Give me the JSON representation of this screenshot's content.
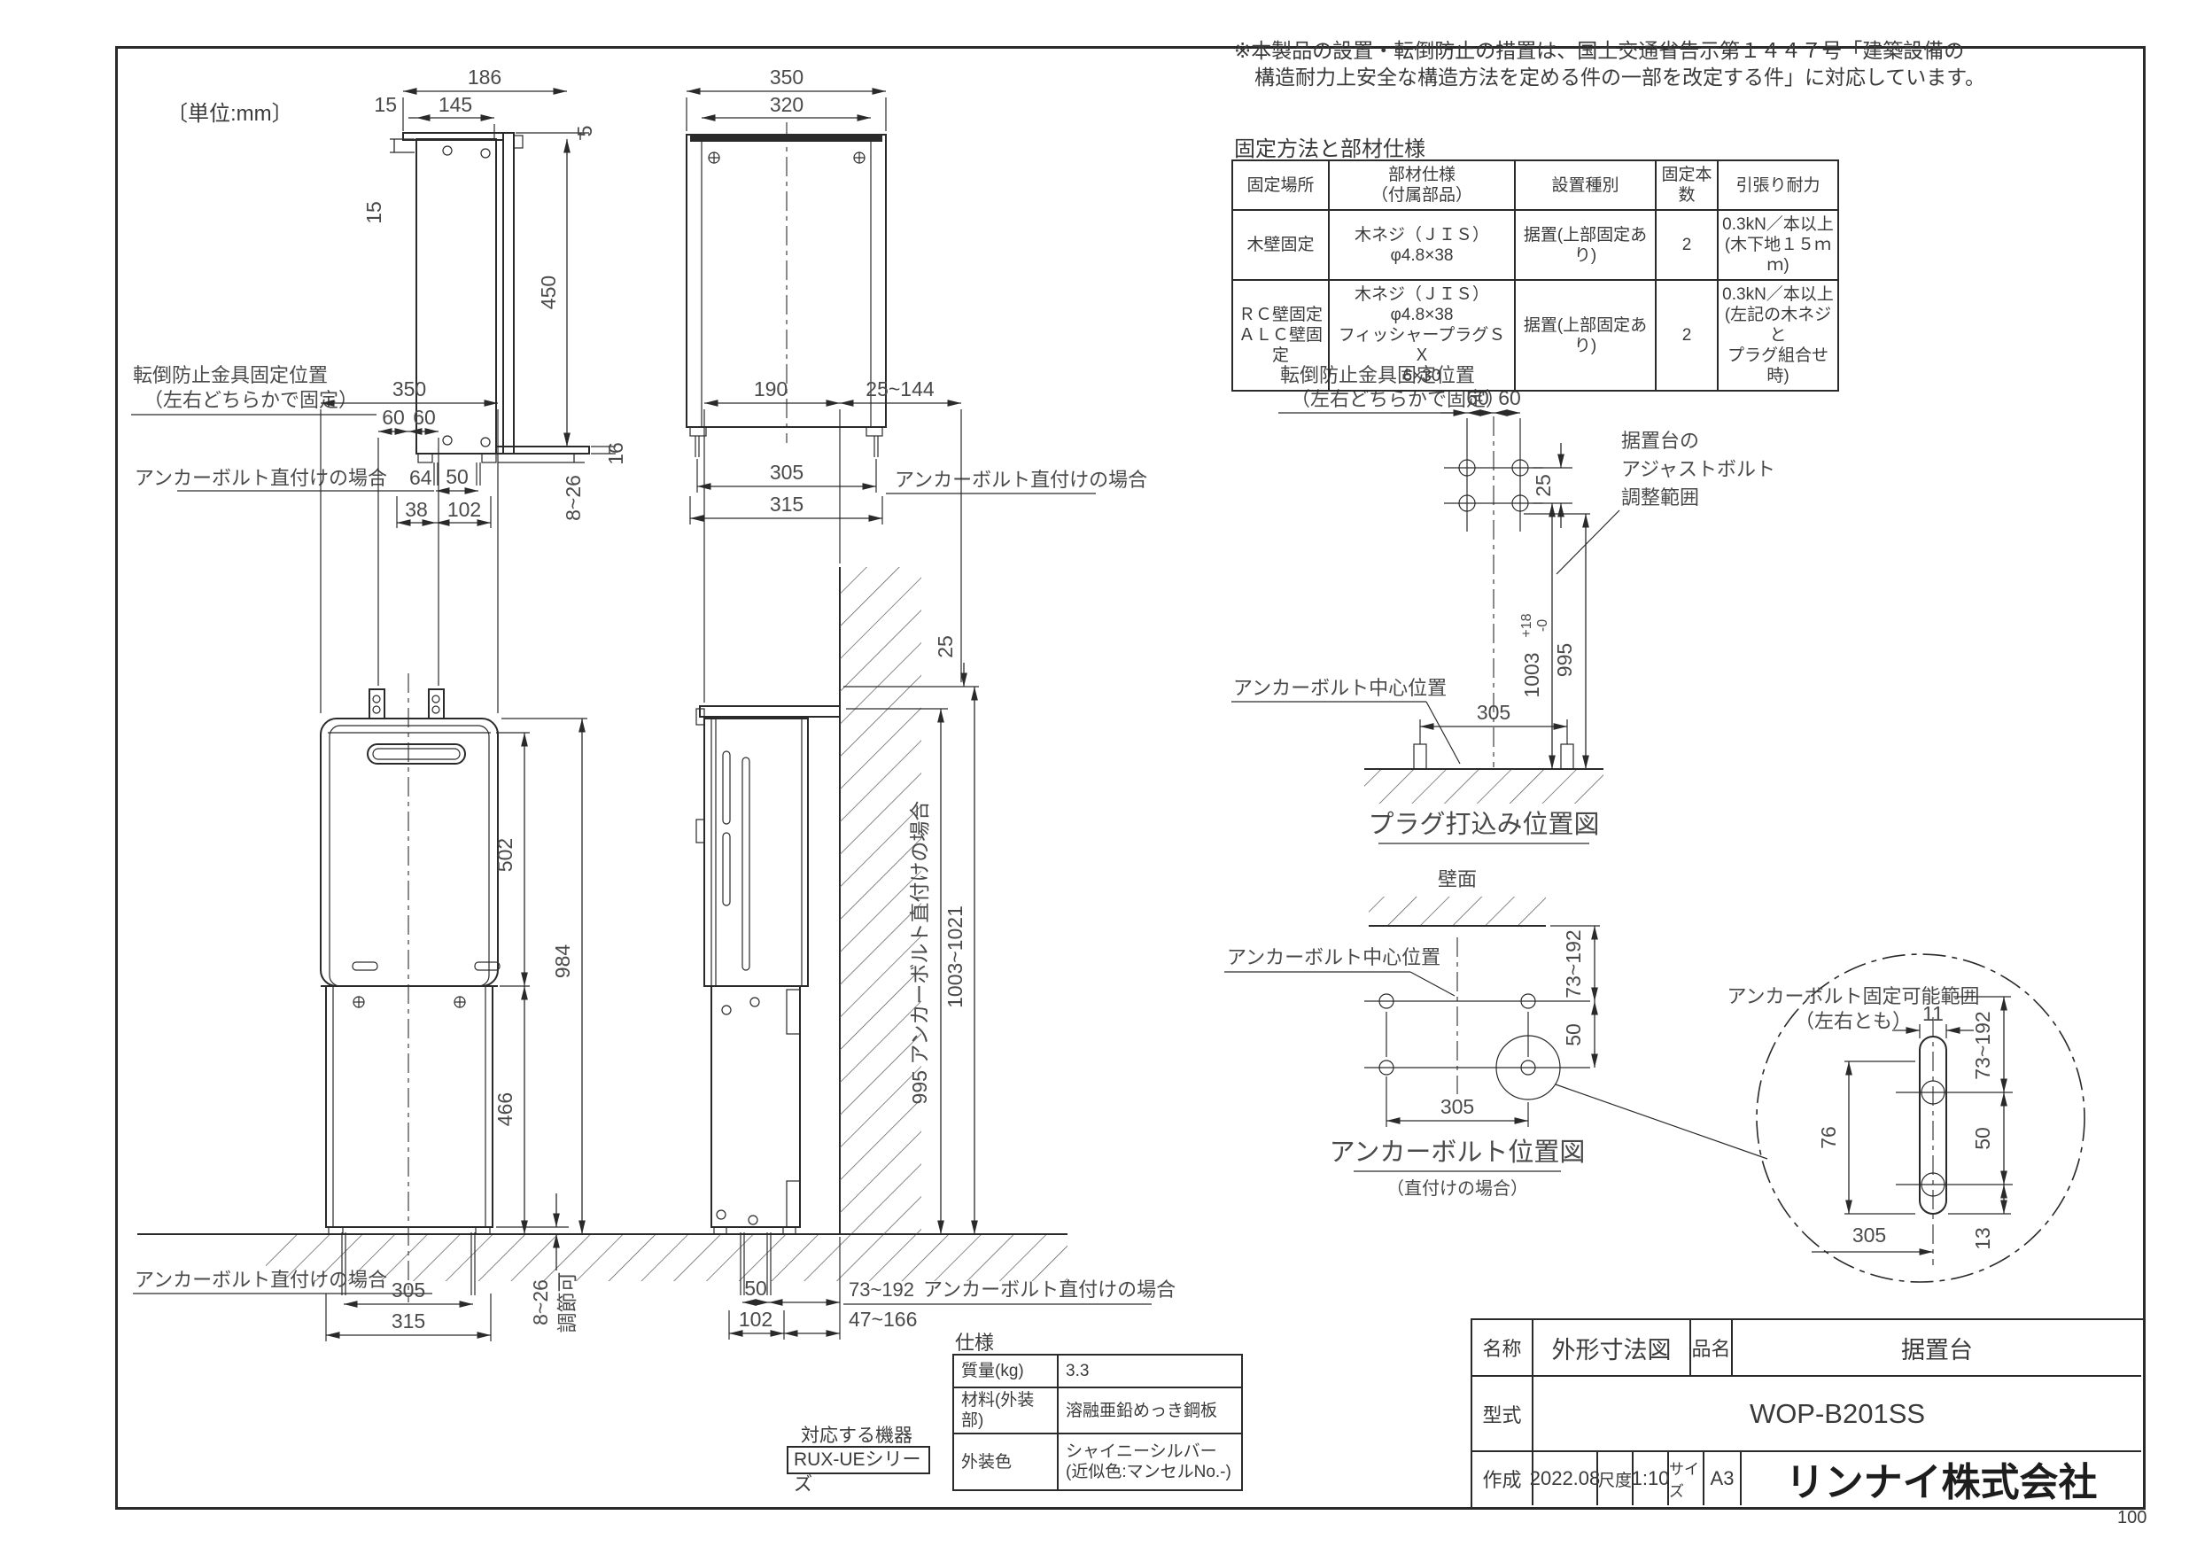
{
  "page": {
    "unit": "〔単位:mm〕",
    "note1": "※本製品の設置・転倒防止の措置は、国土交通省告示第１４４７号「建築設備の",
    "note2": "構造耐力上安全な構造方法を定める件の一部を改定する件」に対応しています。",
    "corner": "100"
  },
  "fixing_table": {
    "title": "固定方法と部材仕様",
    "headers": [
      "固定場所",
      "部材仕様\n（付属部品）",
      "設置種別",
      "固定本数",
      "引張り耐力"
    ],
    "rows": [
      [
        "木壁固定",
        "木ネジ（ＪＩＳ）\nφ4.8×38",
        "据置(上部固定あり)",
        "2",
        "0.3kN／本以上\n(木下地１５ｍｍ)"
      ],
      [
        "ＲＣ壁固定\nＡＬＣ壁固定",
        "木ネジ（ＪＩＳ）\nφ4.8×38\nフィッシャープラグＳＸ\n6×30",
        "据置(上部固定あり)",
        "2",
        "0.3kN／本以上\n(左記の木ネジと\nプラグ組合せ時)"
      ]
    ]
  },
  "spec_table": {
    "title": "仕様",
    "rows": [
      [
        "質量(kg)",
        "3.3"
      ],
      [
        "材料(外装部)",
        "溶融亜鉛めっき鋼板"
      ],
      [
        "外装色",
        "シャイニーシルバー\n(近似色:マンセルNo.-)"
      ]
    ]
  },
  "compatible": {
    "label": "対応する機器",
    "value": "RUX-UEシリーズ"
  },
  "title_block": {
    "name_label": "名称",
    "name_value": "外形寸法図",
    "item_label": "品名",
    "item_value": "据置台",
    "model_label": "型式",
    "model_value": "WOP-B201SS",
    "made_label": "作成",
    "made_value": "2022.08",
    "scale_label": "尺度",
    "scale_value": "1:10",
    "size_label": "サイズ",
    "size_value": "A3",
    "company": "リンナイ株式会社"
  },
  "dims": {
    "d5": "5",
    "d11": "11",
    "d13": "13",
    "d15": "15",
    "d16": "16",
    "d25": "25",
    "d38": "38",
    "d50": "50",
    "d60": "60",
    "d64": "64",
    "d76": "76",
    "d102": "102",
    "d145": "145",
    "d186": "186",
    "d190": "190",
    "d305": "305",
    "d315": "315",
    "d320": "320",
    "d350": "350",
    "d450": "450",
    "d466": "466",
    "d502": "502",
    "d984": "984",
    "d995": "995",
    "d8_26": "8~26",
    "d25_144": "25~144",
    "d47_166": "47~166",
    "d73_192": "73~192",
    "d1003": "1003",
    "tol_plus": "+18",
    "tol_minus": "-0",
    "d1003_1021": "1003~1021",
    "d995_long": "995 アンカーボルト直付けの場合"
  },
  "labels": {
    "anchor_direct": "アンカーボルト直付けの場合",
    "tento1": "転倒防止金具固定位置",
    "tento2": "（左右どちらかで固定）",
    "adjust1": "据置台の",
    "adjust2": "アジャストボルト",
    "adjust3": "調整範囲",
    "anchor_center": "アンカーボルト中心位置",
    "wall": "壁面",
    "range1": "アンカーボルト固定可能範囲",
    "range2": "（左右とも）",
    "adj": "調節可"
  },
  "captions": {
    "plug": "プラグ打込み位置図",
    "anchor": "アンカーボルト位置図",
    "anchor_sub": "（直付けの場合）"
  }
}
